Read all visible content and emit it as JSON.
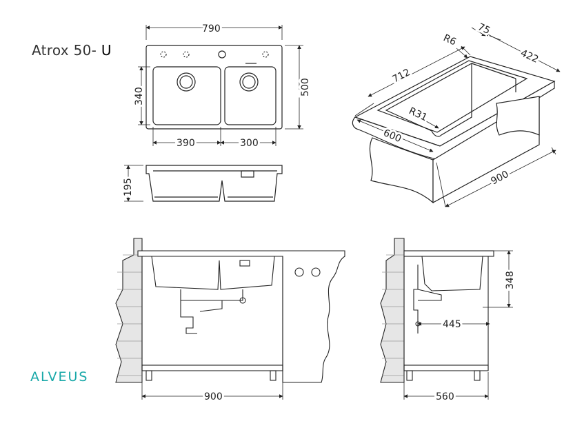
{
  "title": {
    "model": "Atrox 50-",
    "variant": "U"
  },
  "brand": {
    "name": "ALVEUS",
    "color": "#18a8a8"
  },
  "top_view": {
    "width": "790",
    "height_outer": "500",
    "height_bowl": "340",
    "bowl_left": "390",
    "bowl_right": "300"
  },
  "side_view": {
    "depth": "195"
  },
  "iso_view": {
    "length": "712",
    "width": "600",
    "cabinet": "900",
    "lip": "75",
    "depth": "422",
    "radius_small": "R6",
    "radius_large": "R31"
  },
  "front_install": {
    "cabinet_width": "900"
  },
  "side_install": {
    "cabinet_depth": "560",
    "drain_offset": "445",
    "height": "348"
  },
  "colors": {
    "line": "#222222",
    "wall_fill": "#e6e6e6"
  }
}
